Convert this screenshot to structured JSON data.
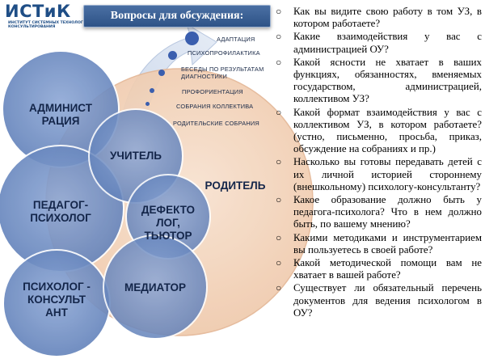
{
  "logo": {
    "name": "ИСТиК",
    "subtitle": "ИНСТИТУТ СИСТЕМНЫХ ТЕХНОЛОГИЙ И КОНСУЛЬТИРОВАНИЯ"
  },
  "title": "Вопросы для обсуждения:",
  "topics": [
    "АДАПТАЦИЯ",
    "ПСИХОПРОФИЛАКТИКА",
    "БЕСЕДЫ ПО РЕЗУЛЬТАТАМ ДИАГНОСТИКИ",
    "ПРОФОРИЕНТАЦИЯ",
    "СОБРАНИЯ КОЛЛЕКТИВА",
    "РОДИТЕЛЬСКИЕ СОБРАНИЯ"
  ],
  "circles": {
    "administration": "АДМИНИСТ РАЦИЯ",
    "teacher": "УЧИТЕЛЬ",
    "parent": "РОДИТЕЛЬ",
    "educational_psychologist": "ПЕДАГОГ-ПСИХОЛОГ",
    "defectologist": "ДЕФЕКТО ЛОГ, ТЬЮТОР",
    "mediator": "МЕДИАТОР",
    "psychologist_consultant": "ПСИХОЛОГ - КОНСУЛЬТ АНТ"
  },
  "questions": [
    "Как вы видите свою работу в том УЗ, в котором работаете?",
    "Какие взаимодействия у вас с администрацией ОУ?",
    "Какой ясности не хватает в ваших функциях, обязанностях, вменяемых государством, администрацией, коллективом УЗ?",
    "Какой формат взаимодействия у вас с коллективом УЗ, в котором работаете? (устно, письменно, просьба, приказ, обсуждение на собраниях и пр.)",
    "Насколько вы готовы передавать детей с их личной историей стороннему (внешкольному) психологу-консультанту?",
    "Какое образование должно быть у педагога-психолога? Что в нем должно быть, по вашему мнению?",
    "Какими методиками и инструментарием вы пользуетесь в своей работе?",
    "Какой методической помощи вам не хватает в вашей работе?",
    "Существует ли обязательный перечень документов для ведения психологом в ОУ?"
  ],
  "colors": {
    "circle_blue": "#6f8fc4",
    "parent_peach": "#f3d6c0",
    "title_bg": "#3a5f96",
    "logo_blue": "#1f4e86"
  }
}
